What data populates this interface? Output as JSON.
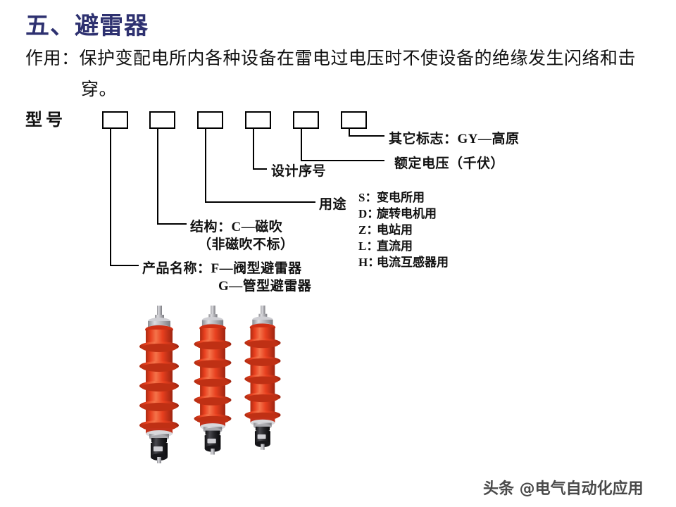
{
  "slide": {
    "title": "五、避雷器",
    "title_color": "#2e3170",
    "background_color": "#ffffff"
  },
  "purpose": {
    "line_1": "作用：保护变配电所内各种设备在雷电过电压时不使设备的绝缘发生闪络和击",
    "line_2": "穿。"
  },
  "model": {
    "label": "型号",
    "box_count": 6,
    "boxes": [
      {
        "index": 1,
        "value": ""
      },
      {
        "index": 2,
        "value": ""
      },
      {
        "index": 3,
        "value": ""
      },
      {
        "index": 4,
        "value": ""
      },
      {
        "index": 5,
        "value": ""
      },
      {
        "index": 6,
        "value": ""
      }
    ],
    "callouts": {
      "other_mark": "其它标志：GY—高原",
      "rated_voltage": "额定电压（千伏）",
      "design_serial": "设计序号",
      "usage": "用途",
      "structure_line_1": "结构：C—磁吹",
      "structure_line_2": "（非磁吹不标）",
      "product_name_line_1": "产品名称：F—阀型避雷器",
      "product_name_line_2": "G—管型避雷器"
    },
    "usage_codes": [
      {
        "code": "S：",
        "meaning": "变电所用"
      },
      {
        "code": "D：",
        "meaning": "旋转电机用"
      },
      {
        "code": "Z：",
        "meaning": "电站用"
      },
      {
        "code": "L：",
        "meaning": "直流用"
      },
      {
        "code": "H：",
        "meaning": "电流互感器用"
      }
    ]
  },
  "illustration": {
    "name": "三只红色复合外套避雷器图片",
    "unit_count": 3,
    "colors": {
      "body": "#e8401f",
      "body_dark": "#b52c12",
      "body_light": "#f4683f",
      "cap": "#c9c9cc",
      "base": "#1d1d20"
    }
  },
  "watermark": {
    "text": "头条 @电气自动化应用"
  }
}
